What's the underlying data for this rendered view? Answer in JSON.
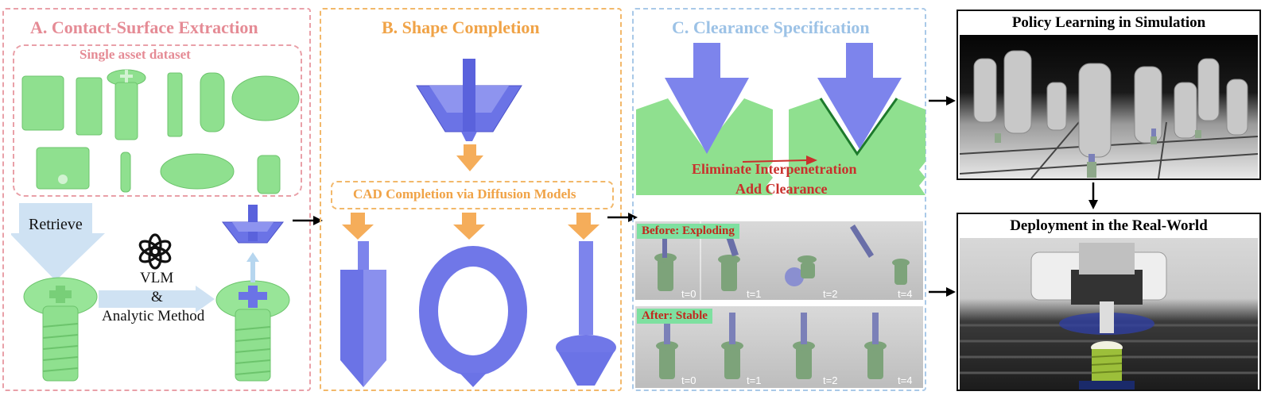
{
  "panelA": {
    "title": "A. Contact-Surface Extraction",
    "subtitle": "Single asset dataset",
    "retrieve_label": "Retrieve",
    "vlm_label": "VLM",
    "amp_label": "&",
    "analytic_label": "Analytic Method",
    "openai_logo_icon": "openai-logo-icon"
  },
  "panelB": {
    "title": "B. Shape Completion",
    "cad_label": "CAD Completion via Diffusion Models"
  },
  "panelC": {
    "title": "C. Clearance Specification",
    "eliminate_label": "Eliminate Interpenetration",
    "clearance_label": "Add Clearance",
    "before_label": "Before: Exploding",
    "after_label": "After: Stable",
    "before_times": [
      "t=0",
      "t=1",
      "t=2",
      "t=4"
    ],
    "after_times": [
      "t=0",
      "t=1",
      "t=2",
      "t=4"
    ]
  },
  "right": {
    "sim_title": "Policy Learning in Simulation",
    "real_title": "Deployment in the Real-World"
  },
  "colors": {
    "panelA": "#e9a0a8",
    "panelA_text": "#e58b95",
    "panelB": "#f2b86a",
    "panelB_text": "#f0a347",
    "panelC": "#a9c9e8",
    "panelC_text": "#9cc2e6",
    "part_green": "#8fe08f",
    "part_blue": "#6b73e6",
    "red_text": "#c9302c"
  }
}
